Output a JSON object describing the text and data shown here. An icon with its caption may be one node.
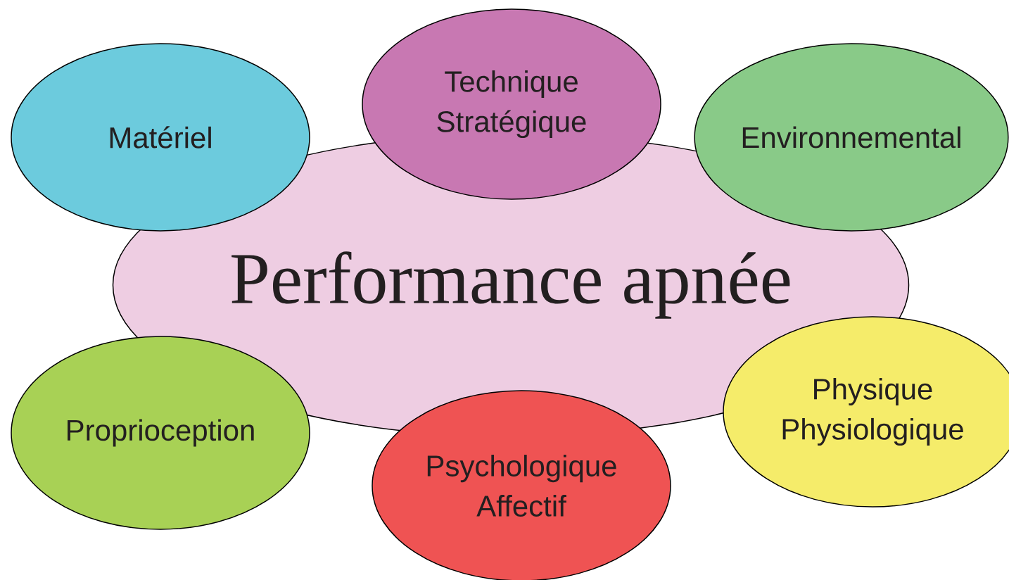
{
  "diagram": {
    "nodes": [
      {
        "text": [
          "Matériel"
        ]
      },
      {
        "text": [
          "Technique",
          "Stratégique"
        ]
      },
      {
        "text": [
          "Environnemental"
        ]
      },
      {
        "text": [
          "Performance apnée"
        ]
      },
      {
        "text": [
          "Physique",
          "Physiologique"
        ]
      },
      {
        "text": [
          "Proprioception"
        ]
      },
      {
        "text": [
          "Psychologique",
          "Affectif"
        ]
      }
    ]
  }
}
